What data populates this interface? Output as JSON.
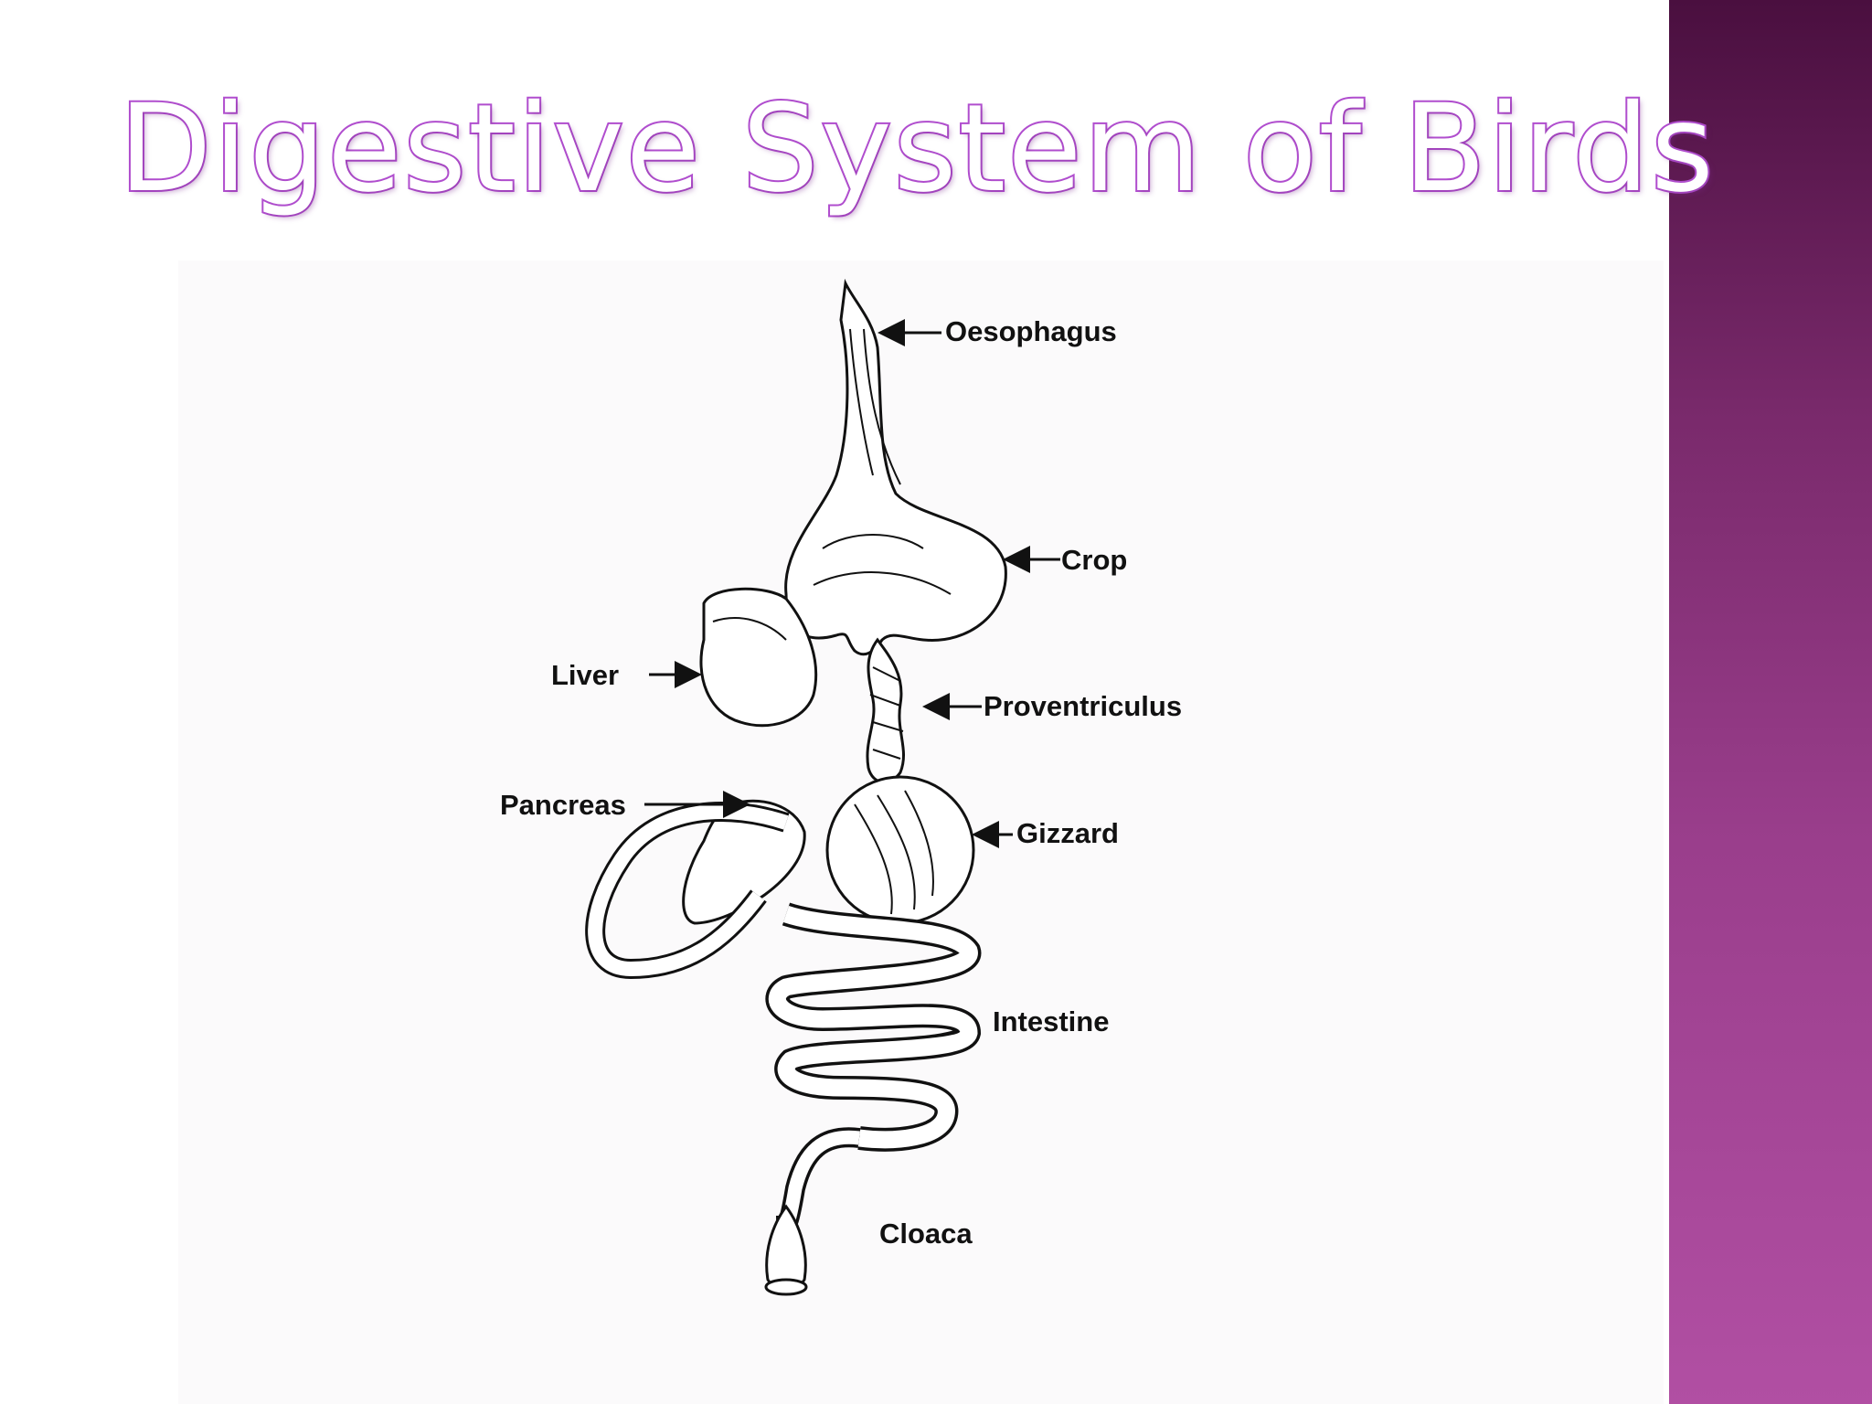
{
  "slide": {
    "title": "Digestive System of Birds",
    "accent_color": "#b24fd0",
    "sidebar_gradient": [
      "#4a0f3f",
      "#b14fa3"
    ]
  },
  "diagram": {
    "labels": {
      "oesophagus": "Oesophagus",
      "crop": "Crop",
      "liver": "Liver",
      "proventriculus": "Proventriculus",
      "pancreas": "Pancreas",
      "gizzard": "Gizzard",
      "intestine": "Intestine",
      "cloaca": "Cloaca"
    }
  }
}
